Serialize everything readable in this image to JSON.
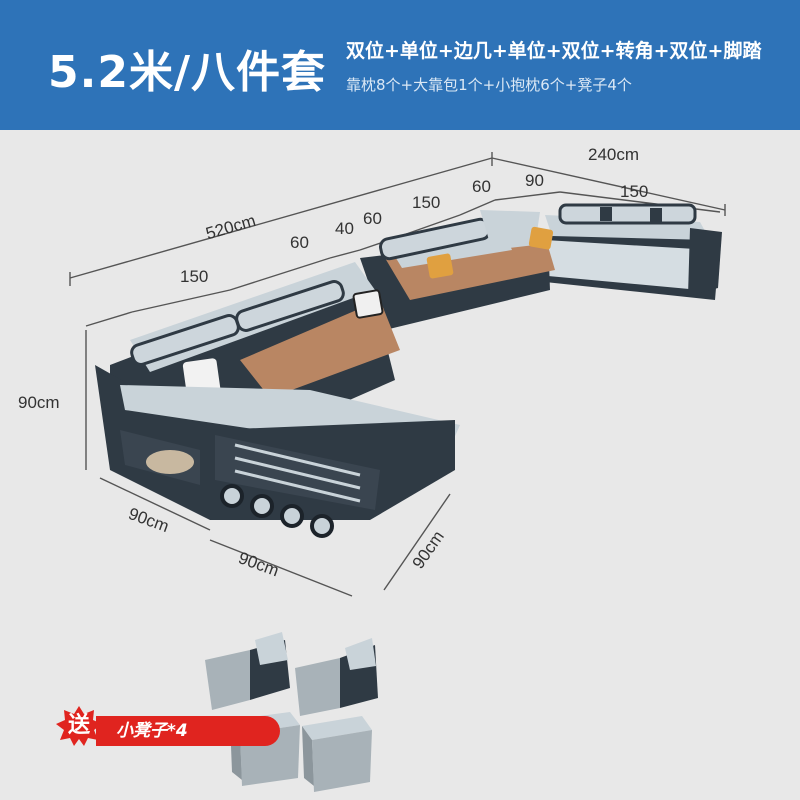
{
  "banner": {
    "title": "5.2米/八件套",
    "config": "双位+单位+边几+单位+双位+转角+双位+脚踏",
    "includes": "靠枕8个+大靠包1个+小抱枕6个+凳子4个"
  },
  "dimensions": {
    "total_length": "520cm",
    "side_length": "240cm",
    "height": "90cm",
    "seg_a": "150",
    "seg_b": "60",
    "seg_c": "40",
    "seg_d": "60",
    "seg_e": "150",
    "seg_f": "60",
    "seg_g": "90",
    "seg_h": "150",
    "chaise_width": "90cm",
    "front_width": "90cm",
    "chaise_depth": "90cm"
  },
  "promo": {
    "badge": "送",
    "label": "小凳子*4"
  },
  "colors": {
    "banner_blue": "#2e73b8",
    "sofa_light": "#c9d3d9",
    "sofa_dark": "#2f3a44",
    "rattan": "#b98663",
    "promo_red": "#e0241f"
  }
}
